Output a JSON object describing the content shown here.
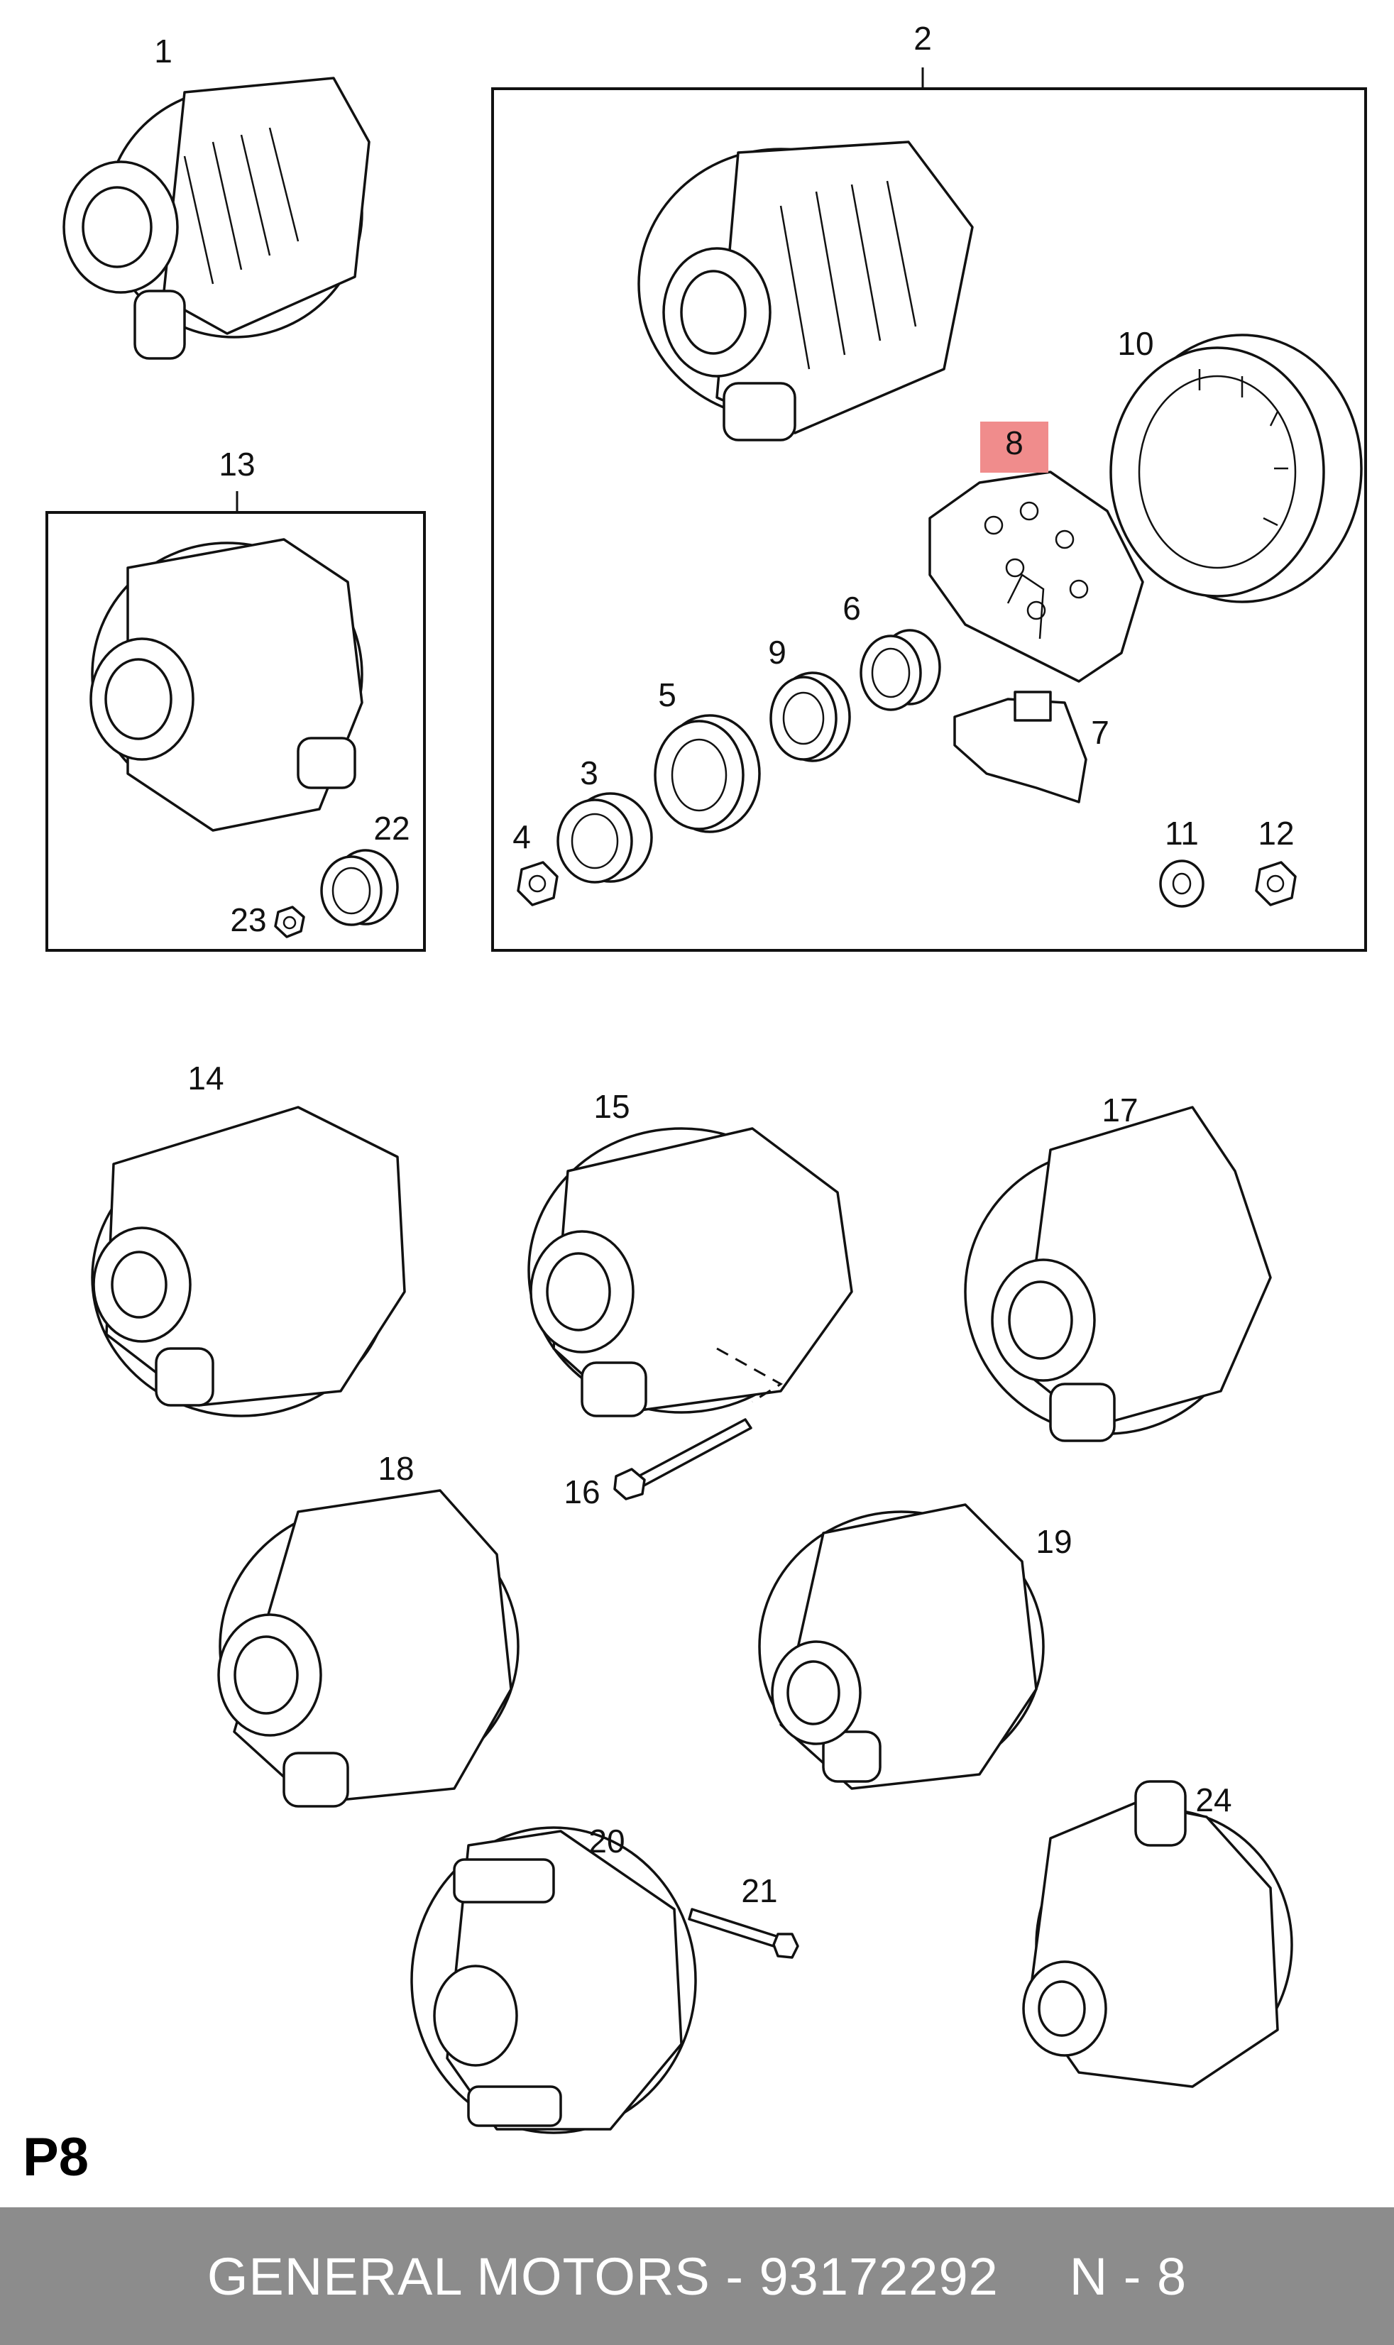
{
  "page_code": "P8",
  "footer": {
    "brand_part": "GENERAL MOTORS - 93172292",
    "diagram_ref": "N - 8"
  },
  "highlight_color": "#f08c8c",
  "callouts": [
    {
      "id": "c1",
      "label": "1"
    },
    {
      "id": "c2",
      "label": "2"
    },
    {
      "id": "c3",
      "label": "3"
    },
    {
      "id": "c4",
      "label": "4"
    },
    {
      "id": "c5",
      "label": "5"
    },
    {
      "id": "c6",
      "label": "6"
    },
    {
      "id": "c7",
      "label": "7"
    },
    {
      "id": "c8",
      "label": "8",
      "highlighted": true
    },
    {
      "id": "c9",
      "label": "9"
    },
    {
      "id": "c10",
      "label": "10"
    },
    {
      "id": "c11",
      "label": "11"
    },
    {
      "id": "c12",
      "label": "12"
    },
    {
      "id": "c13",
      "label": "13"
    },
    {
      "id": "c14",
      "label": "14"
    },
    {
      "id": "c15",
      "label": "15"
    },
    {
      "id": "c16",
      "label": "16"
    },
    {
      "id": "c17",
      "label": "17"
    },
    {
      "id": "c18",
      "label": "18"
    },
    {
      "id": "c19",
      "label": "19"
    },
    {
      "id": "c20",
      "label": "20"
    },
    {
      "id": "c21",
      "label": "21"
    },
    {
      "id": "c22",
      "label": "22"
    },
    {
      "id": "c23",
      "label": "23"
    },
    {
      "id": "c24",
      "label": "24"
    }
  ]
}
